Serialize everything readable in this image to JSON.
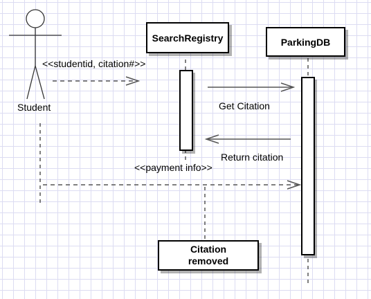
{
  "actor": {
    "label": "Student"
  },
  "objects": {
    "search_registry": "SearchRegistry",
    "parking_db": "ParkingDB"
  },
  "messages": {
    "studentid_citation": "<<studentid, citation#>>",
    "get_citation": "Get Citation",
    "return_citation": "Return citation",
    "payment_info": "<<payment info>>"
  },
  "note": {
    "line1": "Citation",
    "line2": "removed"
  }
}
